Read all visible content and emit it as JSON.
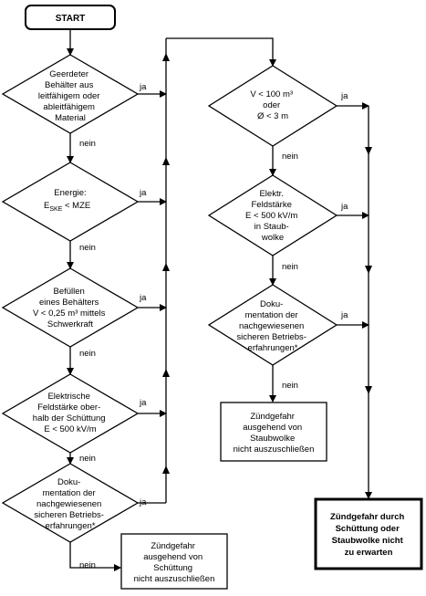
{
  "start": "START",
  "left_column": [
    {
      "lines": [
        "Geerdeter",
        "Behälter aus",
        "leitfähigem oder",
        "ableitfähigem",
        "Material"
      ]
    },
    {
      "lines": [
        "Energie:",
        "E",
        "SKE",
        " < MZE"
      ]
    },
    {
      "lines": [
        "Befüllen",
        "eines Behälters",
        "V < 0,25 m³ mittels",
        "Schwerkraft"
      ]
    },
    {
      "lines": [
        "Elektrische",
        "Feldstärke ober-",
        "halb der Schüttung",
        "E < 500 kV/m"
      ]
    },
    {
      "lines": [
        "Doku-",
        "mentation der",
        "nachgewiesenen",
        "sicheren Betriebs-",
        "erfahrungen*"
      ]
    }
  ],
  "right_column": [
    {
      "lines": [
        "V < 100 m³",
        "oder",
        "Ø < 3 m"
      ]
    },
    {
      "lines": [
        "Elektr.",
        "Feldstärke",
        "E < 500 kV/m",
        "in Staub-",
        "wolke"
      ]
    },
    {
      "lines": [
        "Doku-",
        "mentation der",
        "nachgewiesenen",
        "sicheren Betriebs-",
        "erfahrungen*"
      ]
    }
  ],
  "yes_label": "ja",
  "no_label": "nein",
  "result_schuettung": [
    "Zündgefahr",
    "ausgehend von",
    "Schüttung",
    "nicht auszuschließen"
  ],
  "result_staubwolke": [
    "Zündgefahr",
    "ausgehend von",
    "Staubwolke",
    "nicht auszuschließen"
  ],
  "result_final": [
    "Zündgefahr durch",
    "Schüttung oder",
    "Staubwolke nicht",
    "zu erwarten"
  ]
}
